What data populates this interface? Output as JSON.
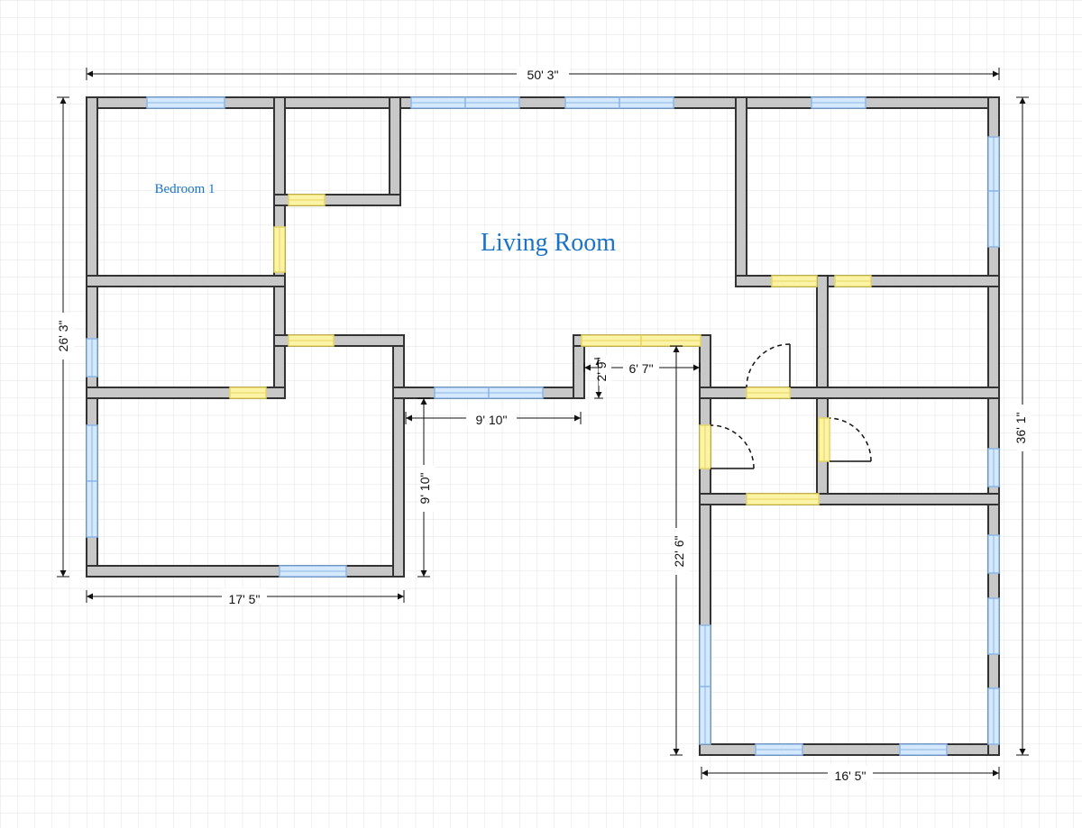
{
  "rooms": {
    "bedroom_1": "Bedroom 1",
    "living_room": "Living Room"
  },
  "dimensions": {
    "top_width": "50' 3\"",
    "left_height": "26' 3\"",
    "right_height": "36' 1\"",
    "bottom_left_width": "17' 5\"",
    "bottom_right_width": "16' 5\"",
    "notch_width": "9' 10\"",
    "notch_depth": "9' 10\"",
    "step_height": "2' 9\"",
    "step_width": "6' 7\"",
    "wing_height": "22' 6\""
  },
  "colors": {
    "grid": "#e2e2e2",
    "wall_fill": "#c8c8c8",
    "wall_stroke": "#333333",
    "window_fill": "#d6e8fb",
    "window_stroke": "#8ab8ea",
    "door_fill": "#fbf3a6",
    "door_stroke": "#e8d660",
    "label": "#1a73c8"
  }
}
